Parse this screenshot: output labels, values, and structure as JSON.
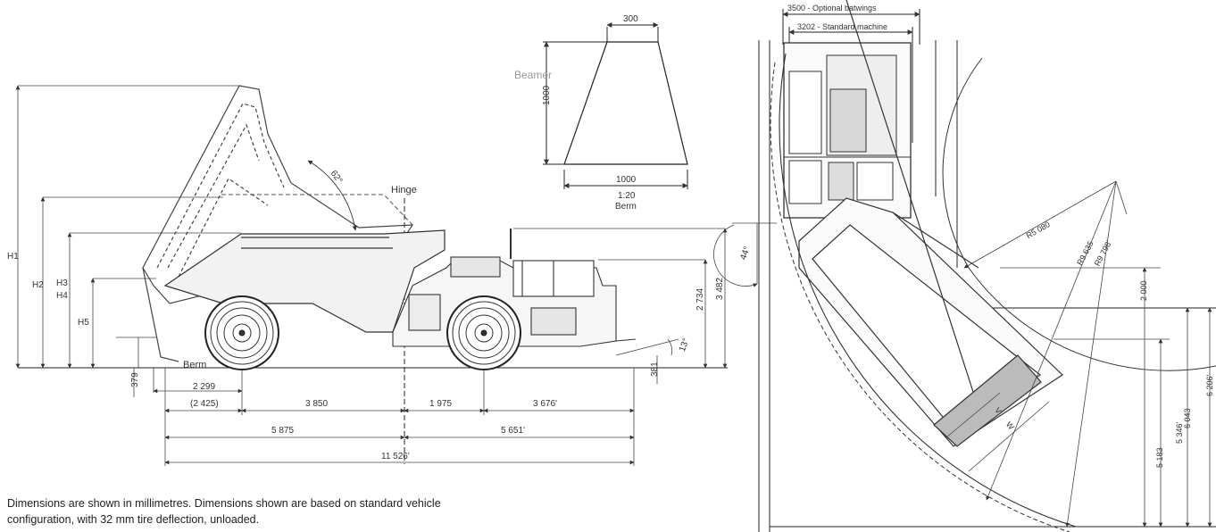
{
  "caption": {
    "line1": "Dimensions are shown in millimetres. Dimensions shown are based on standard vehicle",
    "line2": "configuration, with 32 mm tire deflection, unloaded."
  },
  "side_view": {
    "height_labels": {
      "h1": "H1",
      "h2": "H2",
      "h3": "H3",
      "h4": "H4",
      "h5": "H5"
    },
    "hinge": "Hinge",
    "berm": "Berm",
    "dump_angle": "62°",
    "approach_angle": "44°",
    "departure_angle": "13°",
    "dim_379": "379",
    "dim_381": "381",
    "dim_2734": "2 734",
    "dim_3482": "3 482",
    "dim_2299": "2 299",
    "dim_2425": "(2 425)",
    "dim_3850": "3 850",
    "dim_1975": "1 975",
    "dim_3676": "3 676'",
    "dim_5875": "5 875",
    "dim_5651": "5 651'",
    "dim_11526": "11 526'"
  },
  "beamer": {
    "label": "Beamer",
    "top_width": "300",
    "height": "1000",
    "base_width": "1000",
    "scale": "1:20",
    "berm": "Berm"
  },
  "top_view": {
    "optional_width": "3500 - Optional batwings",
    "standard_width": "3202 - Standard machine",
    "r_inner": "R5 080",
    "r_outer": "R9 635",
    "r_outer_opt": "R9 798'",
    "v_label": "V",
    "w_label": "W",
    "dim_2000": "2 000",
    "dim_5183": "5 183",
    "dim_5346": "5 346'",
    "dim_6043": "6 043",
    "dim_6206": "6 206'"
  }
}
